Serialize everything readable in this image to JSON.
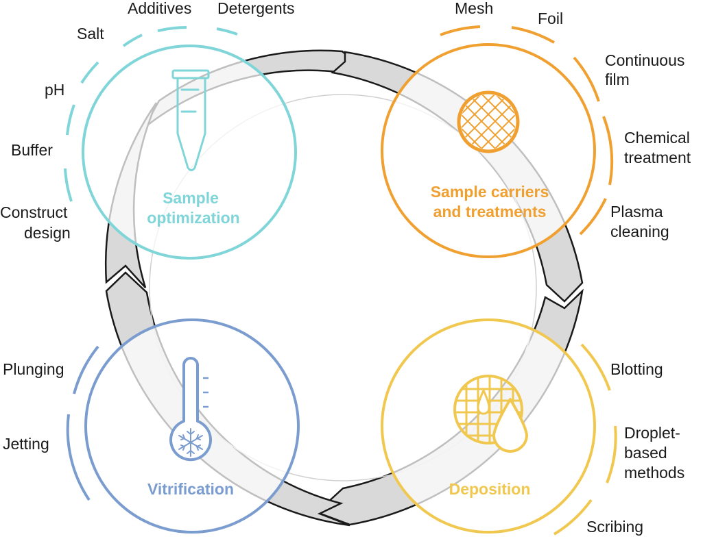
{
  "colors": {
    "sample_optimization": "#7fd5d8",
    "sample_carriers": "#f0a030",
    "deposition": "#f1c84f",
    "vitrification": "#7b9ccf",
    "arrow_fill": "#d9d9d9",
    "arrow_stroke": "#1a1a1a"
  },
  "stages": {
    "sample_optimization": {
      "title_line1": "Sample",
      "title_line2": "optimization",
      "icon": "test-tube-icon",
      "labels": [
        "Additives",
        "Detergents",
        "Salt",
        "pH",
        "Buffer",
        "Construct",
        "design"
      ]
    },
    "sample_carriers": {
      "title_line1": "Sample carriers",
      "title_line2": "and treatments",
      "icon": "mesh-grid-icon",
      "labels": [
        "Mesh",
        "Foil",
        "Continuous",
        "film",
        "Chemical",
        "treatment",
        "Plasma",
        "cleaning"
      ]
    },
    "deposition": {
      "title": "Deposition",
      "icon": "grid-droplet-icon",
      "labels": [
        "Blotting",
        "Droplet-",
        "based",
        "methods",
        "Scribing"
      ]
    },
    "vitrification": {
      "title": "Vitrification",
      "icon": "thermometer-snowflake-icon",
      "labels": [
        "Plunging",
        "Jetting"
      ]
    }
  }
}
